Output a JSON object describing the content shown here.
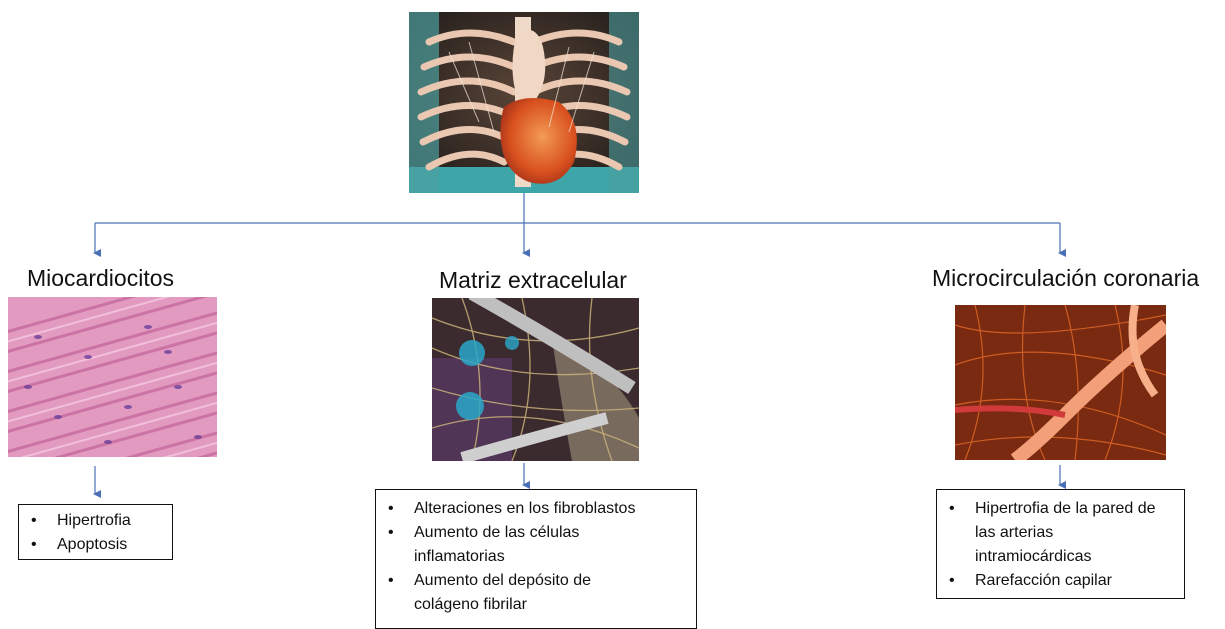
{
  "center": {
    "image": "chest-ct-heart-render"
  },
  "columns": [
    {
      "title": "Miocardiocitos",
      "image": "myocardium-histology",
      "items": [
        "Hipertrofia",
        "Apoptosis"
      ]
    },
    {
      "title": "Matriz extracelular",
      "image": "extracellular-matrix-illustration",
      "items": [
        "Alteraciones en los fibroblastos",
        "Aumento de las células inflamatorias",
        "Aumento del depósito de colágeno fibrilar"
      ]
    },
    {
      "title": "Microcirculación coronaria",
      "image": "coronary-microvasculature",
      "items": [
        "Hipertrofia de la pared de las arterias intramiocárdicas",
        "Rarefacción capilar"
      ]
    }
  ],
  "colors": {
    "connector": "#4a6fb5",
    "box_border": "#111111"
  }
}
